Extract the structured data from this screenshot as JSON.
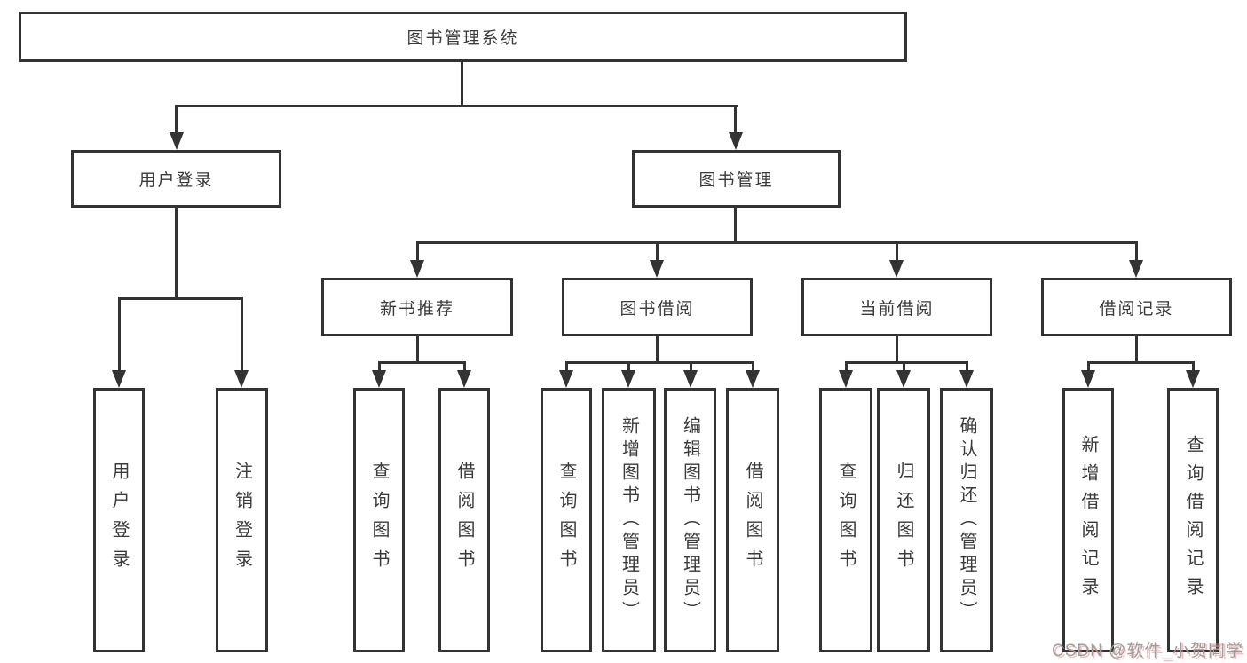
{
  "tree": {
    "root": "图书管理系统",
    "children": [
      {
        "label": "用户登录",
        "children": [
          {
            "label": "用户登录"
          },
          {
            "label": "注销登录"
          }
        ]
      },
      {
        "label": "图书管理",
        "children": [
          {
            "label": "新书推荐",
            "children": [
              {
                "label": "查询图书"
              },
              {
                "label": "借阅图书"
              }
            ]
          },
          {
            "label": "图书借阅",
            "children": [
              {
                "label": "查询图书"
              },
              {
                "label": "新增图书（管理员）"
              },
              {
                "label": "编辑图书（管理员）"
              },
              {
                "label": "借阅图书"
              }
            ]
          },
          {
            "label": "当前借阅",
            "children": [
              {
                "label": "查询图书"
              },
              {
                "label": "归还图书"
              },
              {
                "label": "确认归还（管理员）"
              }
            ]
          },
          {
            "label": "借阅记录",
            "children": [
              {
                "label": "新增借阅记录"
              },
              {
                "label": "查询借阅记录"
              }
            ]
          }
        ]
      }
    ]
  },
  "watermark": {
    "text": "CSDN @软件_小贺同学"
  },
  "colors": {
    "line": "#333333",
    "text": "#3a3a3a",
    "watermark_gray": "#9e9e9e",
    "watermark_shadow_red": "#eb6e6e",
    "background": "#ffffff"
  }
}
